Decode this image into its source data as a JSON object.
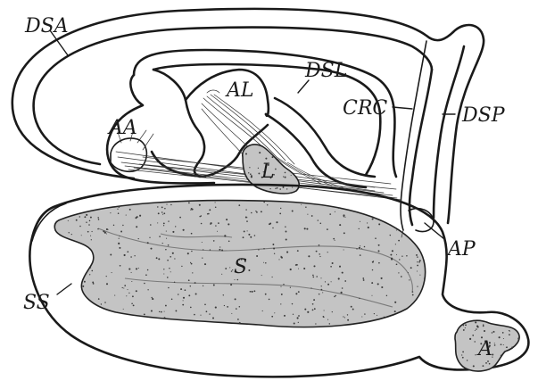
{
  "labels": {
    "dsa": "DSA",
    "dsl": "DSL",
    "al": "AL",
    "aa": "AA",
    "crc": "CRC",
    "dsp": "DSP",
    "l": "L",
    "s": "S",
    "ss": "SS",
    "ap": "AP",
    "a": "A"
  },
  "colors": {
    "outline": "#1a1a1a",
    "shaded_fill": "#c4c4c4",
    "background": "#ffffff"
  }
}
